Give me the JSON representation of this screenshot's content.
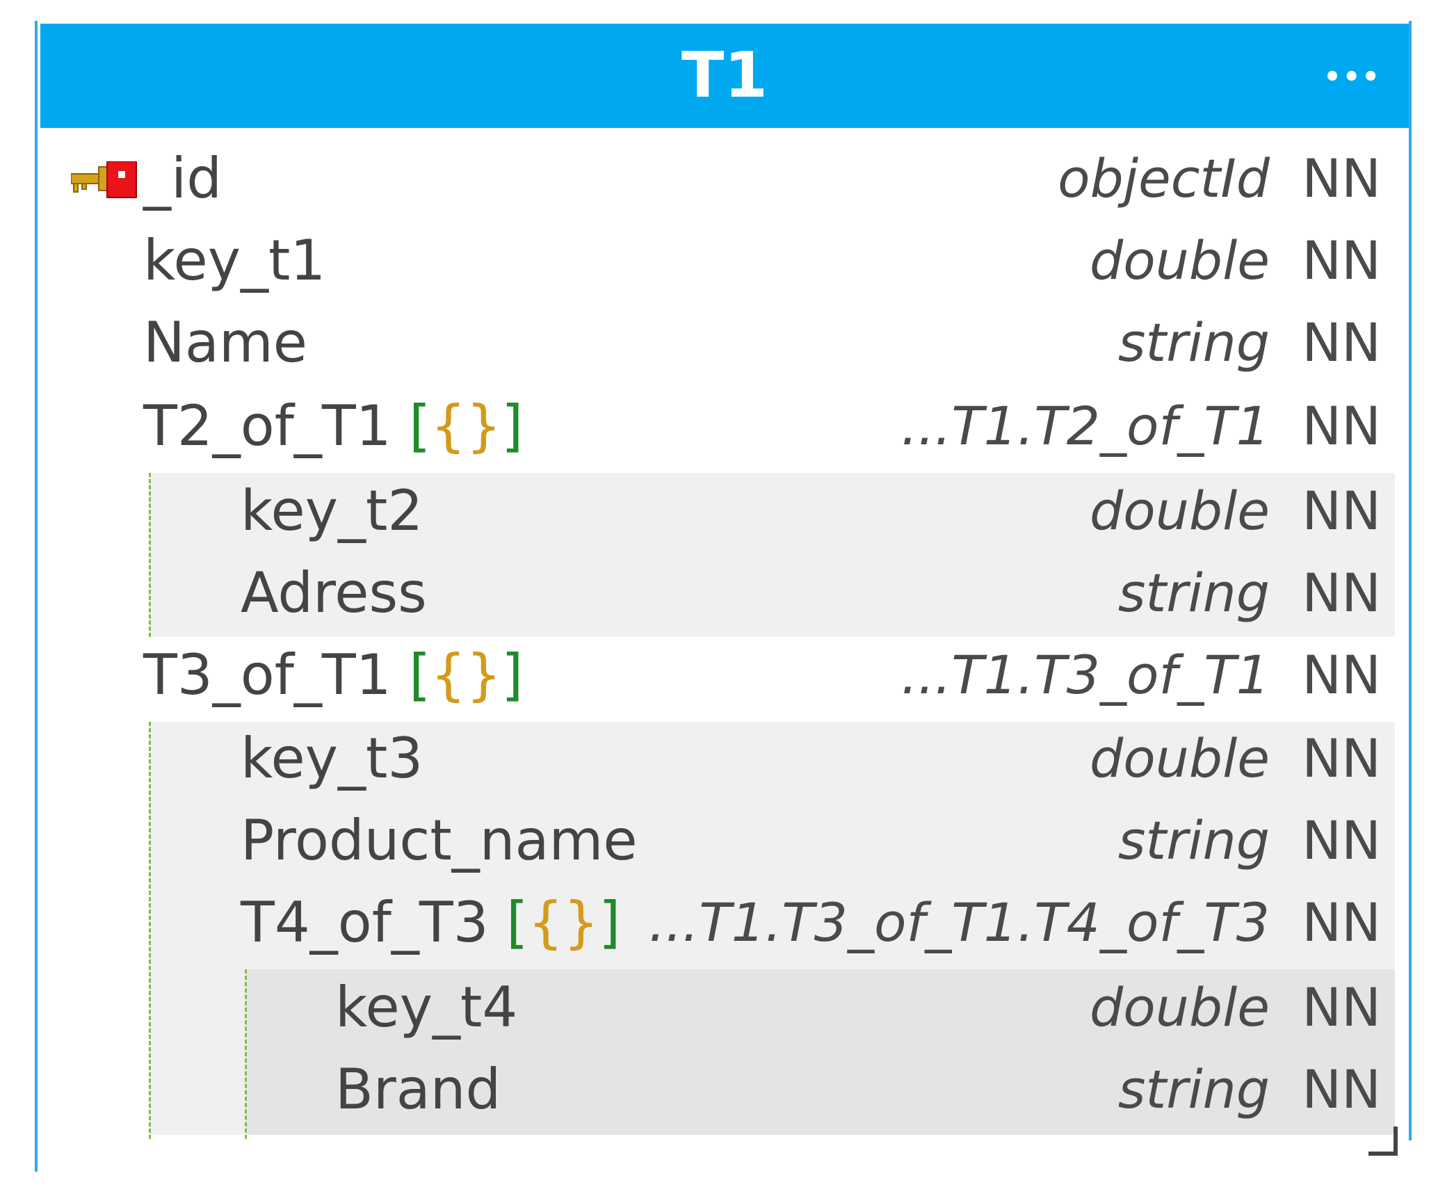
{
  "entity": {
    "title": "T1",
    "menu_label": "•••",
    "fields": [
      {
        "name": "_id",
        "type": "objectId",
        "constraint": "NN"
      },
      {
        "name": "key_t1",
        "type": "double",
        "constraint": "NN"
      },
      {
        "name": "Name",
        "type": "string",
        "constraint": "NN"
      },
      {
        "name": "T2_of_T1",
        "type": "...T1.T2_of_T1",
        "constraint": "NN"
      },
      {
        "name": "key_t2",
        "type": "double",
        "constraint": "NN"
      },
      {
        "name": "Adress",
        "type": "string",
        "constraint": "NN"
      },
      {
        "name": "T3_of_T1",
        "type": "...T1.T3_of_T1",
        "constraint": "NN"
      },
      {
        "name": "key_t3",
        "type": "double",
        "constraint": "NN"
      },
      {
        "name": "Product_name",
        "type": "string",
        "constraint": "NN"
      },
      {
        "name": "T4_of_T3",
        "type": "...T1.T3_of_T1.T4_of_T3",
        "constraint": "NN"
      },
      {
        "name": "key_t4",
        "type": "double",
        "constraint": "NN"
      },
      {
        "name": "Brand",
        "type": "string",
        "constraint": "NN"
      }
    ],
    "array_marker": {
      "open_square": "[",
      "open_curly": "{",
      "close_curly": "}",
      "close_square": "]"
    }
  },
  "colors": {
    "header": "#00a9ef",
    "nested_bg_1": "#f0f0f0",
    "nested_bg_2": "#e4e4e4",
    "dashed_guide": "#78c04a",
    "bracket_square": "#1f8a2c",
    "bracket_curly": "#d49a1a"
  },
  "icons": {
    "primary_key": "key-icon",
    "menu": "more-icon",
    "resize": "resize-handle-icon"
  }
}
